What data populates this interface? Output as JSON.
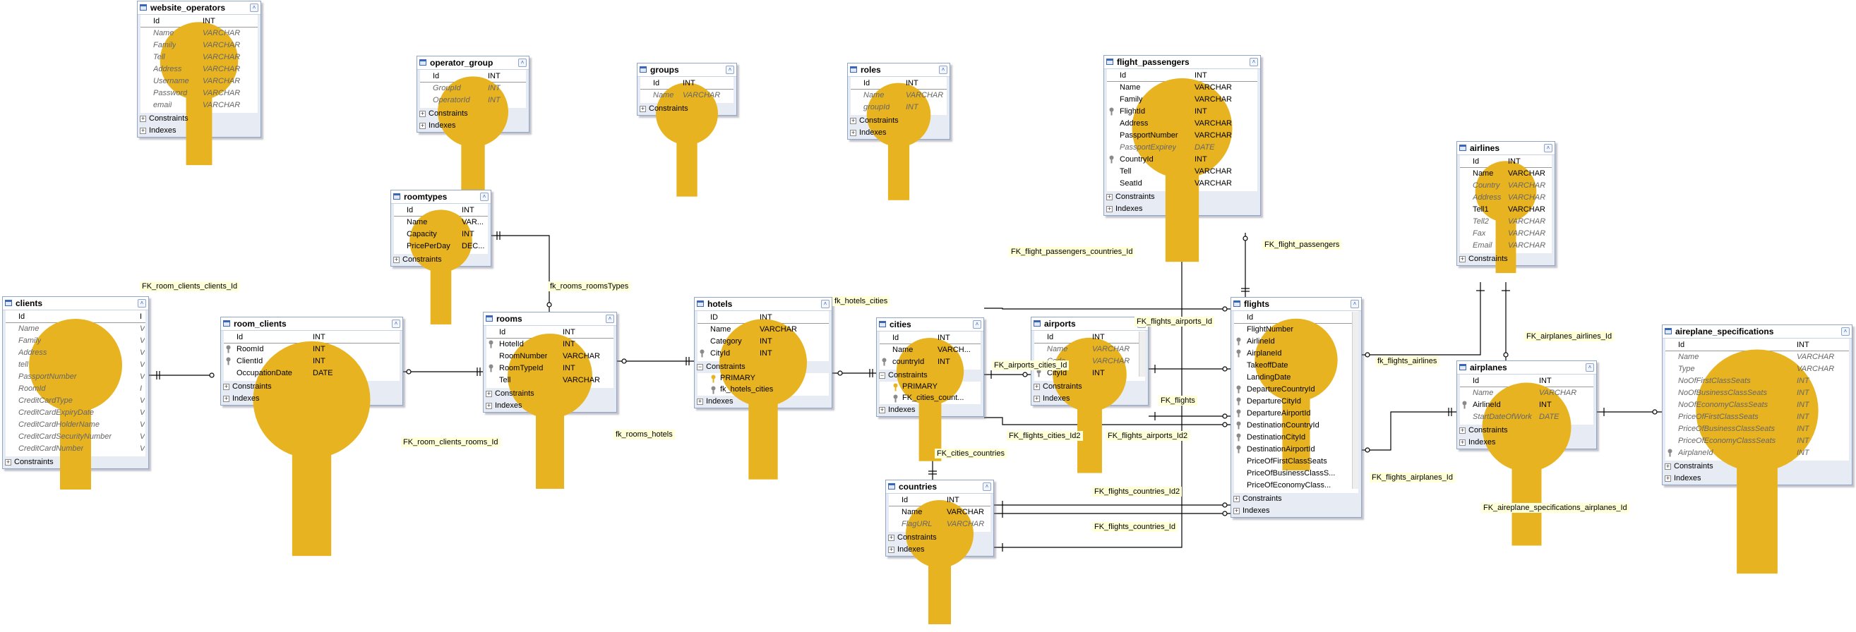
{
  "tables": [
    {
      "id": "website_operators",
      "title": "website_operators",
      "header": {
        "name": "Id",
        "type": "INT",
        "key": "pk"
      },
      "columns": [
        {
          "name": "Name",
          "type": "VARCHAR",
          "nullable": true
        },
        {
          "name": "Family",
          "type": "VARCHAR",
          "nullable": true
        },
        {
          "name": "Tell",
          "type": "VARCHAR",
          "nullable": true
        },
        {
          "name": "Address",
          "type": "VARCHAR",
          "nullable": true
        },
        {
          "name": "Username",
          "type": "VARCHAR",
          "nullable": true
        },
        {
          "name": "Password",
          "type": "VARCHAR",
          "nullable": true
        },
        {
          "name": "email",
          "type": "VARCHAR",
          "nullable": true
        }
      ],
      "sections": [
        {
          "label": "Constraints",
          "expanded": false
        },
        {
          "label": "Indexes",
          "expanded": false
        }
      ]
    },
    {
      "id": "operator_group",
      "title": "operator_group",
      "header": {
        "name": "Id",
        "type": "INT",
        "key": "pk"
      },
      "columns": [
        {
          "name": "GroupId",
          "type": "INT",
          "nullable": true
        },
        {
          "name": "OperatorId",
          "type": "INT",
          "nullable": true
        }
      ],
      "sections": [
        {
          "label": "Constraints",
          "expanded": false
        },
        {
          "label": "Indexes",
          "expanded": false
        }
      ]
    },
    {
      "id": "groups",
      "title": "groups",
      "header": {
        "name": "Id",
        "type": "INT",
        "key": "pk"
      },
      "columns": [
        {
          "name": "Name",
          "type": "VARCHAR",
          "nullable": true
        }
      ],
      "sections": [
        {
          "label": "Constraints",
          "expanded": false
        }
      ]
    },
    {
      "id": "roles",
      "title": "roles",
      "header": {
        "name": "Id",
        "type": "INT",
        "key": "pk"
      },
      "columns": [
        {
          "name": "Name",
          "type": "VARCHAR",
          "nullable": true
        },
        {
          "name": "groupId",
          "type": "INT",
          "nullable": true
        }
      ],
      "sections": [
        {
          "label": "Constraints",
          "expanded": false
        },
        {
          "label": "Indexes",
          "expanded": false
        }
      ]
    },
    {
      "id": "flight_passengers",
      "title": "flight_passengers",
      "header": {
        "name": "Id",
        "type": "INT",
        "key": "pk"
      },
      "columns": [
        {
          "name": "Name",
          "type": "VARCHAR"
        },
        {
          "name": "Family",
          "type": "VARCHAR"
        },
        {
          "name": "FlightId",
          "type": "INT",
          "key": "fk"
        },
        {
          "name": "Address",
          "type": "VARCHAR"
        },
        {
          "name": "PassportNumber",
          "type": "VARCHAR"
        },
        {
          "name": "PassportExpirey",
          "type": "DATE",
          "nullable": true
        },
        {
          "name": "CountryId",
          "type": "INT",
          "key": "fk"
        },
        {
          "name": "Tell",
          "type": "VARCHAR"
        },
        {
          "name": "SeatId",
          "type": "VARCHAR"
        }
      ],
      "sections": [
        {
          "label": "Constraints",
          "expanded": false
        },
        {
          "label": "Indexes",
          "expanded": false
        }
      ]
    },
    {
      "id": "airlines",
      "title": "airlines",
      "header": {
        "name": "Id",
        "type": "INT",
        "key": "pk"
      },
      "columns": [
        {
          "name": "Name",
          "type": "VARCHAR"
        },
        {
          "name": "Country",
          "type": "VARCHAR",
          "nullable": true
        },
        {
          "name": "Address",
          "type": "VARCHAR",
          "nullable": true
        },
        {
          "name": "Tell1",
          "type": "VARCHAR"
        },
        {
          "name": "Tell2",
          "type": "VARCHAR",
          "nullable": true
        },
        {
          "name": "Fax",
          "type": "VARCHAR",
          "nullable": true
        },
        {
          "name": "Email",
          "type": "VARCHAR",
          "nullable": true
        }
      ],
      "sections": [
        {
          "label": "Constraints",
          "expanded": false
        }
      ]
    },
    {
      "id": "roomtypes",
      "title": "roomtypes",
      "header": {
        "name": "Id",
        "type": "INT",
        "key": "pk"
      },
      "columns": [
        {
          "name": "Name",
          "type": "VAR..."
        },
        {
          "name": "Capacity",
          "type": "INT"
        },
        {
          "name": "PricePerDay",
          "type": "DEC..."
        }
      ],
      "sections": [
        {
          "label": "Constraints",
          "expanded": false
        }
      ]
    },
    {
      "id": "clients",
      "title": "clients",
      "header": {
        "name": "Id",
        "type": "I",
        "key": "pk"
      },
      "columns": [
        {
          "name": "Name",
          "type": "V",
          "nullable": true
        },
        {
          "name": "Family",
          "type": "V",
          "nullable": true
        },
        {
          "name": "Address",
          "type": "V",
          "nullable": true
        },
        {
          "name": "tell",
          "type": "V",
          "nullable": true
        },
        {
          "name": "PassportNumber",
          "type": "V",
          "nullable": true
        },
        {
          "name": "RoomId",
          "type": "I",
          "nullable": true
        },
        {
          "name": "CreditCardType",
          "type": "V",
          "nullable": true
        },
        {
          "name": "CreditCardExpiryDate",
          "type": "V",
          "nullable": true
        },
        {
          "name": "CreditCardHolderName",
          "type": "V",
          "nullable": true
        },
        {
          "name": "CreditCardSecurityNumber",
          "type": "V",
          "nullable": true
        },
        {
          "name": "CreditCardNumber",
          "type": "V",
          "nullable": true
        }
      ],
      "sections": [
        {
          "label": "Constraints",
          "expanded": false
        }
      ]
    },
    {
      "id": "room_clients",
      "title": "room_clients",
      "header": {
        "name": "Id",
        "type": "INT",
        "key": "pk"
      },
      "columns": [
        {
          "name": "RoomId",
          "type": "INT",
          "key": "fk"
        },
        {
          "name": "ClientId",
          "type": "INT",
          "key": "fk"
        },
        {
          "name": "OccupationDate",
          "type": "DATE"
        }
      ],
      "sections": [
        {
          "label": "Constraints",
          "expanded": false
        },
        {
          "label": "Indexes",
          "expanded": false
        }
      ]
    },
    {
      "id": "rooms",
      "title": "rooms",
      "header": {
        "name": "Id",
        "type": "INT",
        "key": "pk"
      },
      "columns": [
        {
          "name": "HotelId",
          "type": "INT",
          "key": "fk"
        },
        {
          "name": "RoomNumber",
          "type": "VARCHAR"
        },
        {
          "name": "RoomTypeId",
          "type": "INT",
          "key": "fk"
        },
        {
          "name": "Tell",
          "type": "VARCHAR"
        }
      ],
      "sections": [
        {
          "label": "Constraints",
          "expanded": false
        },
        {
          "label": "Indexes",
          "expanded": false
        }
      ]
    },
    {
      "id": "hotels",
      "title": "hotels",
      "header": {
        "name": "ID",
        "type": "INT",
        "key": "pk"
      },
      "columns": [
        {
          "name": "Name",
          "type": "VARCHAR"
        },
        {
          "name": "Category",
          "type": "INT"
        },
        {
          "name": "CityId",
          "type": "INT",
          "key": "fk"
        }
      ],
      "sections": [
        {
          "label": "Constraints",
          "expanded": true,
          "items": [
            {
              "label": "PRIMARY",
              "key": "pk"
            },
            {
              "label": "fk_hotels_cities",
              "key": "fk"
            }
          ]
        },
        {
          "label": "Indexes",
          "expanded": false
        }
      ]
    },
    {
      "id": "cities",
      "title": "cities",
      "header": {
        "name": "Id",
        "type": "INT",
        "key": "pk"
      },
      "columns": [
        {
          "name": "Name",
          "type": "VARCH..."
        },
        {
          "name": "countryId",
          "type": "INT",
          "key": "fk"
        }
      ],
      "sections": [
        {
          "label": "Constraints",
          "expanded": true,
          "items": [
            {
              "label": "PRIMARY",
              "key": "pk"
            },
            {
              "label": "FK_cities_count...",
              "key": "fk"
            }
          ]
        },
        {
          "label": "Indexes",
          "expanded": false
        }
      ]
    },
    {
      "id": "airports",
      "title": "airports",
      "header": {
        "name": "Id",
        "type": "INT",
        "key": "pk"
      },
      "columns": [
        {
          "name": "Name",
          "type": "VARCHAR",
          "nullable": true
        },
        {
          "name": "Code",
          "type": "VARCHAR",
          "nullable": true
        },
        {
          "name": "CityId",
          "type": "INT",
          "key": "fk"
        }
      ],
      "sections": [
        {
          "label": "Constraints",
          "expanded": false
        },
        {
          "label": "Indexes",
          "expanded": false
        }
      ]
    },
    {
      "id": "flights",
      "title": "flights",
      "header": {
        "name": "Id",
        "type": "",
        "key": "pk"
      },
      "columns": [
        {
          "name": "FlightNumber",
          "type": ""
        },
        {
          "name": "AirlineId",
          "type": "",
          "key": "fk"
        },
        {
          "name": "AirplaneId",
          "type": "",
          "key": "fk"
        },
        {
          "name": "TakeoffDate",
          "type": ""
        },
        {
          "name": "LandingDate",
          "type": ""
        },
        {
          "name": "DepartureCountryId",
          "type": "",
          "key": "fk"
        },
        {
          "name": "DepartureCityId",
          "type": "",
          "key": "fk"
        },
        {
          "name": "DepartureAirportId",
          "type": "",
          "key": "fk"
        },
        {
          "name": "DestinationCountryId",
          "type": "",
          "key": "fk"
        },
        {
          "name": "DestinationCityId",
          "type": "",
          "key": "fk"
        },
        {
          "name": "DestinationAirportId",
          "type": "",
          "key": "fk"
        },
        {
          "name": "PriceOfFirstClassSeats",
          "type": ""
        },
        {
          "name": "PriceOfBusinessClassS...",
          "type": ""
        },
        {
          "name": "PriceOfEconomyClass...",
          "type": ""
        }
      ],
      "sections": [
        {
          "label": "Constraints",
          "expanded": false
        },
        {
          "label": "Indexes",
          "expanded": false
        }
      ]
    },
    {
      "id": "airplanes",
      "title": "airplanes",
      "header": {
        "name": "Id",
        "type": "INT",
        "key": "pk"
      },
      "columns": [
        {
          "name": "Name",
          "type": "VARCHAR",
          "nullable": true
        },
        {
          "name": "AirlineId",
          "type": "INT",
          "key": "fk"
        },
        {
          "name": "StartDateOfWork",
          "type": "DATE",
          "nullable": true
        }
      ],
      "sections": [
        {
          "label": "Constraints",
          "expanded": false
        },
        {
          "label": "Indexes",
          "expanded": false
        }
      ]
    },
    {
      "id": "countries",
      "title": "countries",
      "header": {
        "name": "Id",
        "type": "INT",
        "key": "pk"
      },
      "columns": [
        {
          "name": "Name",
          "type": "VARCHAR"
        },
        {
          "name": "FlagURL",
          "type": "VARCHAR",
          "nullable": true
        }
      ],
      "sections": [
        {
          "label": "Constraints",
          "expanded": false
        },
        {
          "label": "Indexes",
          "expanded": false
        }
      ]
    },
    {
      "id": "aireplane_specifications",
      "title": "aireplane_specifications",
      "header": {
        "name": "Id",
        "type": "INT",
        "key": "pk"
      },
      "columns": [
        {
          "name": "Name",
          "type": "VARCHAR",
          "nullable": true
        },
        {
          "name": "Type",
          "type": "VARCHAR",
          "nullable": true
        },
        {
          "name": "NoOfFirstClassSeats",
          "type": "INT",
          "nullable": true
        },
        {
          "name": "NoOfBusinessClassSeats",
          "type": "INT",
          "nullable": true
        },
        {
          "name": "NoOfEconomyClassSeats",
          "type": "INT",
          "nullable": true
        },
        {
          "name": "PriceOfFirstClassSeats",
          "type": "INT",
          "nullable": true
        },
        {
          "name": "PriceOfBusinessClassSeats",
          "type": "INT",
          "nullable": true
        },
        {
          "name": "PriceOfEconomyClassSeats",
          "type": "INT",
          "nullable": true
        },
        {
          "name": "AirplaneId",
          "type": "INT",
          "nullable": true,
          "key": "fk"
        }
      ],
      "sections": [
        {
          "label": "Constraints",
          "expanded": false
        },
        {
          "label": "Indexes",
          "expanded": false
        }
      ]
    }
  ],
  "relationships": [
    {
      "id": "fk_room_clients_clients_id",
      "label": "FK_room_clients_clients_Id"
    },
    {
      "id": "fk_rooms_roomtypes",
      "label": "fk_rooms_roomsTypes"
    },
    {
      "id": "fk_hotels_cities",
      "label": "fk_hotels_cities"
    },
    {
      "id": "fk_room_clients_rooms_id",
      "label": "FK_room_clients_rooms_Id"
    },
    {
      "id": "fk_rooms_hotels",
      "label": "fk_rooms_hotels"
    },
    {
      "id": "fk_flight_passengers_countries_id",
      "label": "FK_flight_passengers_countries_Id"
    },
    {
      "id": "fk_flight_passengers",
      "label": "FK_flight_passengers"
    },
    {
      "id": "fk_flights_airports_id",
      "label": "FK_flights_airports_Id"
    },
    {
      "id": "fk_airports_cities_id",
      "label": "FK_airports_cities_Id"
    },
    {
      "id": "fk_flights",
      "label": "FK_flights"
    },
    {
      "id": "fk_flights_cities_id2",
      "label": "FK_flights_cities_Id2"
    },
    {
      "id": "fk_flights_airports_id2",
      "label": "FK_flights_airports_Id2"
    },
    {
      "id": "fk_cities_countries",
      "label": "FK_cities_countries"
    },
    {
      "id": "fk_flights_countries_id2",
      "label": "FK_flights_countries_Id2"
    },
    {
      "id": "fk_flights_countries_id",
      "label": "FK_flights_countries_Id"
    },
    {
      "id": "fk_flights_airlines",
      "label": "fk_flights_airlines"
    },
    {
      "id": "fk_airplanes_airlines_id",
      "label": "FK_airplanes_airlines_Id"
    },
    {
      "id": "fk_flights_airplanes_id",
      "label": "FK_flights_airplanes_Id"
    },
    {
      "id": "fk_aireplane_specifications_airplanes_id",
      "label": "FK_aireplane_specifications_airplanes_Id"
    }
  ],
  "colors": {
    "canvas": "#ffffff",
    "table_frame": "#e6ebf4",
    "table_border": "#8fa6c8",
    "label_bg": "#ffffd8",
    "pk_key": "#e8b321",
    "fk_key": "#8a8a8a"
  },
  "icons": {
    "table": "table-icon",
    "collapse": "collapse-chevrons-icon",
    "pk": "primary-key-icon",
    "fk": "foreign-key-icon",
    "expand": "expand-plus-icon",
    "collapse_section": "collapse-minus-icon"
  }
}
